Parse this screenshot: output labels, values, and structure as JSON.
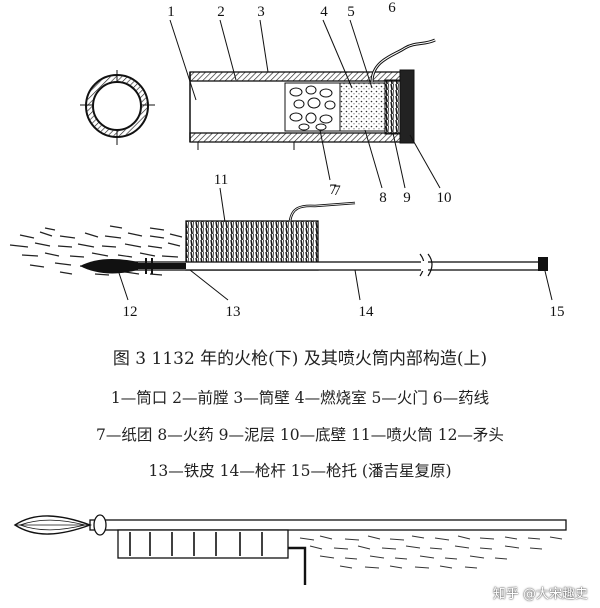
{
  "labels": {
    "n1": "1",
    "n2": "2",
    "n3": "3",
    "n4": "4",
    "n5": "5",
    "n6": "6",
    "n7": "7",
    "n8": "8",
    "n9": "9",
    "n10": "10",
    "n11": "11",
    "n7b": "7",
    "n12": "12",
    "n13": "13",
    "n14": "14",
    "n15": "15"
  },
  "caption": {
    "title": "图 3    1132 年的火枪(下) 及其喷火筒内部构造(上)",
    "line1": "1—筒口 2—前膛 3—筒壁 4—燃烧室 5—火门 6—药线",
    "line2": "7—纸团 8—火药 9—泥层 10—底壁 11—喷火筒 12—矛头",
    "line3": "13—铁皮 14—枪杆 15—枪托    (潘吉星复原)"
  },
  "watermark": "知乎 @大宋趣史"
}
